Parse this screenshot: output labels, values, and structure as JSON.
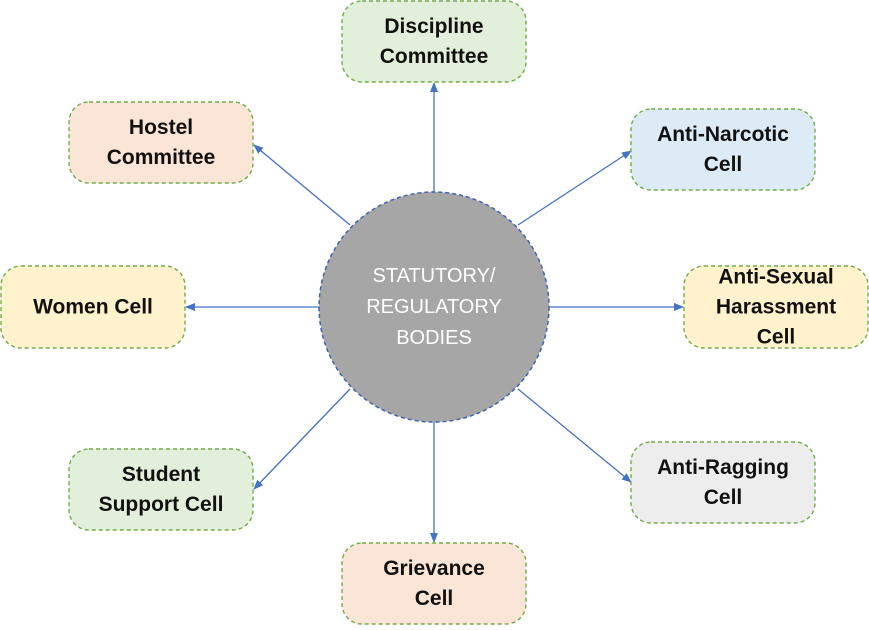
{
  "hub": {
    "lines": [
      "STATUTORY/",
      "REGULATORY",
      "BODIES"
    ],
    "fill": "#a6a6a6",
    "border": "#3f63b5"
  },
  "connector_color": "#4472c4",
  "nodes": [
    {
      "id": "discipline-committee",
      "lines": [
        "Discipline",
        "Committee"
      ],
      "fill": "#e2efda",
      "border": "#70ad47"
    },
    {
      "id": "anti-narcotic-cell",
      "lines": [
        "Anti-Narcotic",
        "Cell"
      ],
      "fill": "#ddebf7",
      "border": "#70ad47"
    },
    {
      "id": "anti-sexual-harassment-cell",
      "lines": [
        "Anti-Sexual",
        "Harassment",
        "Cell"
      ],
      "fill": "#fff2cc",
      "border": "#70ad47"
    },
    {
      "id": "anti-ragging-cell",
      "lines": [
        "Anti-Ragging",
        "Cell"
      ],
      "fill": "#ededed",
      "border": "#70ad47"
    },
    {
      "id": "grievance-cell",
      "lines": [
        "Grievance",
        "Cell"
      ],
      "fill": "#fbe5d6",
      "border": "#70ad47"
    },
    {
      "id": "student-support-cell",
      "lines": [
        "Student",
        "Support Cell"
      ],
      "fill": "#e2efda",
      "border": "#70ad47"
    },
    {
      "id": "women-cell",
      "lines": [
        "Women Cell"
      ],
      "fill": "#fff2cc",
      "border": "#70ad47"
    },
    {
      "id": "hostel-committee",
      "lines": [
        "Hostel",
        "Committee"
      ],
      "fill": "#fbe5d6",
      "border": "#70ad47"
    }
  ]
}
